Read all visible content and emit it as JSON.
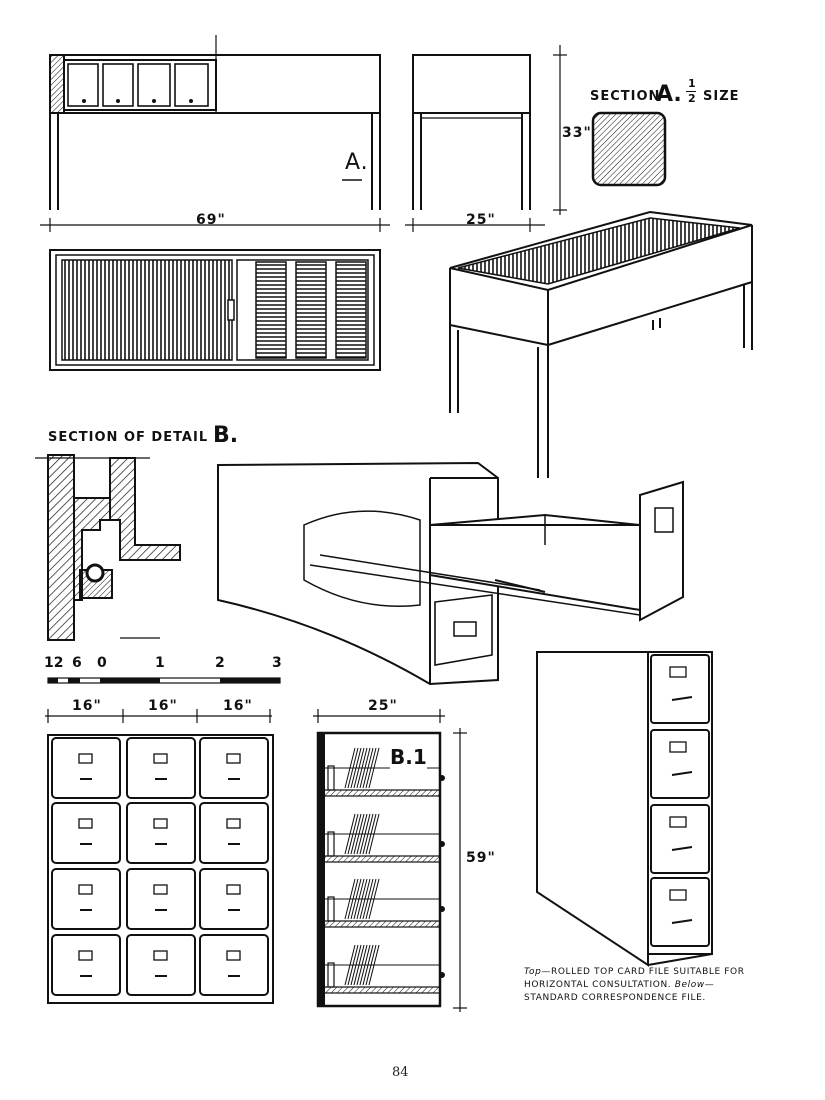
{
  "page": {
    "page_number": "84"
  },
  "labels": {
    "detail_a_mark": "A.",
    "dim_width": "69\"",
    "dim_depth": "25\"",
    "dim_height": "33\"",
    "section_a_prefix": "SECTION",
    "section_a_letter": "A.",
    "section_a_num": "1",
    "section_a_den": "2",
    "section_a_suffix": "SIZE",
    "section_b_prefix": "SECTION OF DETAIL",
    "section_b_letter": "B.",
    "cabinet_col_widths": [
      "16\"",
      "16\"",
      "16\""
    ],
    "shelf_width": "25\"",
    "shelf_height": "59\"",
    "b1_mark": "B.1"
  },
  "scale_bar": {
    "labels": [
      "12",
      "6",
      "0",
      "1",
      "2",
      "3"
    ]
  },
  "caption": {
    "top_label": "Top",
    "top_text": "—ROLLED TOP CARD FILE SUITABLE FOR HORIZONTAL CONSULTATION.",
    "below_label": "Below",
    "below_text": "—STANDARD CORRESPONDENCE FILE."
  },
  "colors": {
    "ink": "#111111",
    "paper": "#ffffff"
  }
}
